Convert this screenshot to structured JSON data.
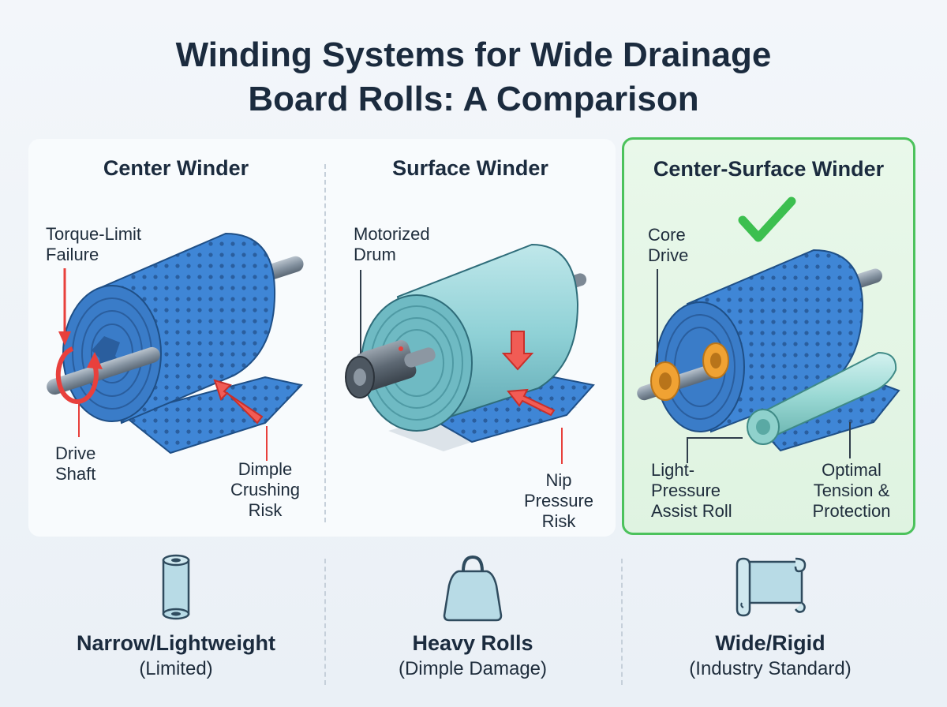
{
  "title": {
    "line1": "Winding Systems for Wide Drainage",
    "line2": "Board Rolls: A Comparison"
  },
  "panels": [
    {
      "title": "Center Winder",
      "labels": {
        "top_line1": "Torque-Limit",
        "top_line2": "Failure",
        "left_line1": "Drive",
        "left_line2": "Shaft",
        "right_line1": "Dimple",
        "right_line2": "Crushing",
        "right_line3": "Risk"
      }
    },
    {
      "title": "Surface Winder",
      "labels": {
        "top_line1": "Motorized",
        "top_line2": "Drum",
        "right_line1": "Nip",
        "right_line2": "Pressure",
        "right_line3": "Risk"
      }
    },
    {
      "title": "Center-Surface Winder",
      "recommended_icon": "checkmark-icon",
      "labels": {
        "top_line1": "Core",
        "top_line2": "Drive",
        "left_line1": "Light-",
        "left_line2": "Pressure",
        "left_line3": "Assist Roll",
        "right_line1": "Optimal",
        "right_line2": "Tension &",
        "right_line3": "Protection"
      }
    }
  ],
  "bottom": [
    {
      "icon": "narrow-roll-icon",
      "main": "Narrow/Lightweight",
      "sub": "(Limited)"
    },
    {
      "icon": "weight-icon",
      "main": "Heavy Rolls",
      "sub": "(Dimple Damage)"
    },
    {
      "icon": "wide-sheet-icon",
      "main": "Wide/Rigid",
      "sub": "(Industry Standard)"
    }
  ],
  "colors": {
    "accent_green": "#4cc25c",
    "roll_blue": "#3f86d6",
    "warning_red": "#e8403c",
    "drum_teal": "#8fd1d6",
    "core_orange": "#f0a233"
  }
}
